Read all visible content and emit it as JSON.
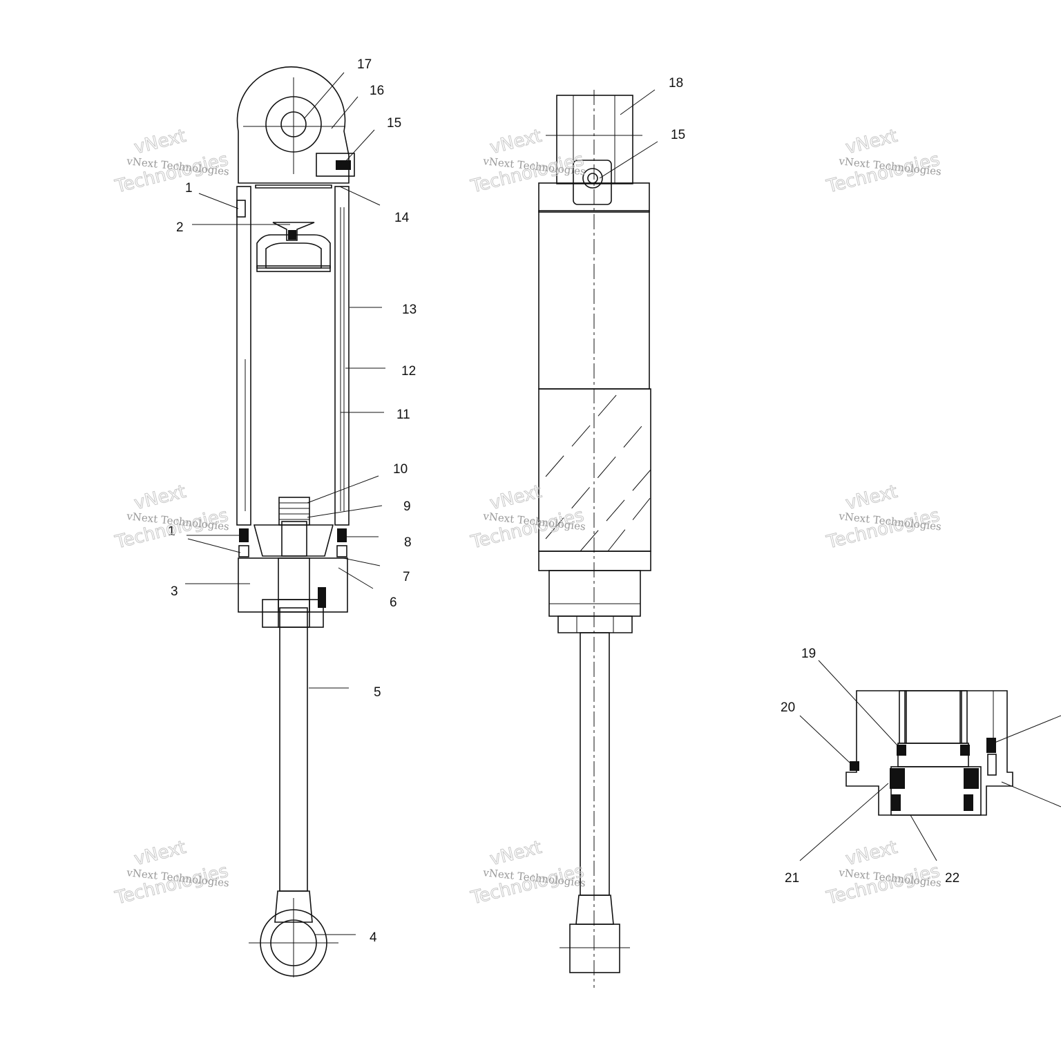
{
  "callouts": {
    "c1a": "1",
    "c1b": "1",
    "c2": "2",
    "c3": "3",
    "c4": "4",
    "c5": "5",
    "c6": "6",
    "c7": "7",
    "c8": "8",
    "c9": "9",
    "c10": "10",
    "c11": "11",
    "c12": "12",
    "c13": "13",
    "c14": "14",
    "c15a": "15",
    "c15b": "15",
    "c16": "16",
    "c17": "17",
    "c18": "18",
    "c19": "19",
    "c20": "20",
    "c21": "21",
    "c22": "22"
  },
  "watermark": {
    "small": "vNext Technologies",
    "large_line1": "vNext",
    "large_line2": "Technologies"
  }
}
